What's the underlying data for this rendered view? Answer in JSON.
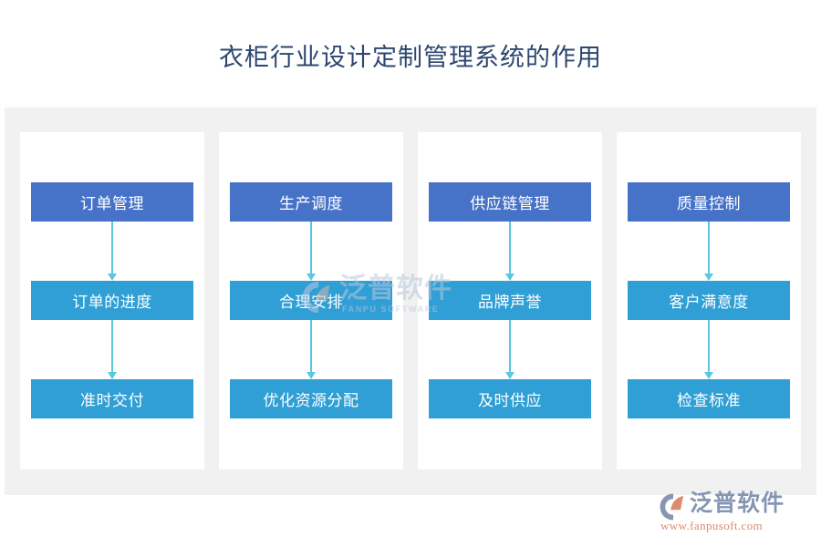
{
  "page": {
    "title": "衣柜行业设计定制管理系统的作用",
    "background": "#ffffff",
    "board_background": "#f1f1f1",
    "card_background": "#ffffff",
    "title_color": "#2c4770",
    "head_color": "#4672c8",
    "node_color": "#2f9fd5",
    "arrow_color": "#5bc8e0"
  },
  "columns": [
    {
      "head": {
        "label": "订单管理"
      },
      "nodes": [
        {
          "label": "订单的进度"
        },
        {
          "label": "准时交付"
        }
      ]
    },
    {
      "head": {
        "label": "生产调度"
      },
      "nodes": [
        {
          "label": "合理安排"
        },
        {
          "label": "优化资源分配"
        }
      ]
    },
    {
      "head": {
        "label": "供应链管理"
      },
      "nodes": [
        {
          "label": "品牌声誉"
        },
        {
          "label": "及时供应"
        }
      ]
    },
    {
      "head": {
        "label": "质量控制"
      },
      "nodes": [
        {
          "label": "客户满意度"
        },
        {
          "label": "检查标准"
        }
      ]
    }
  ],
  "watermark": {
    "cn": "泛普软件",
    "en": "FANPU SOFTWARE",
    "icon": "fanpu-logo-icon",
    "color": "#b9c8dd"
  },
  "brand": {
    "cn": "泛普软件",
    "url": "www.fanpusoft.com",
    "icon": "fanpu-logo-icon",
    "text_color": "#8496b4",
    "url_color": "#d98a72",
    "accent_color": "#e08a6e"
  }
}
